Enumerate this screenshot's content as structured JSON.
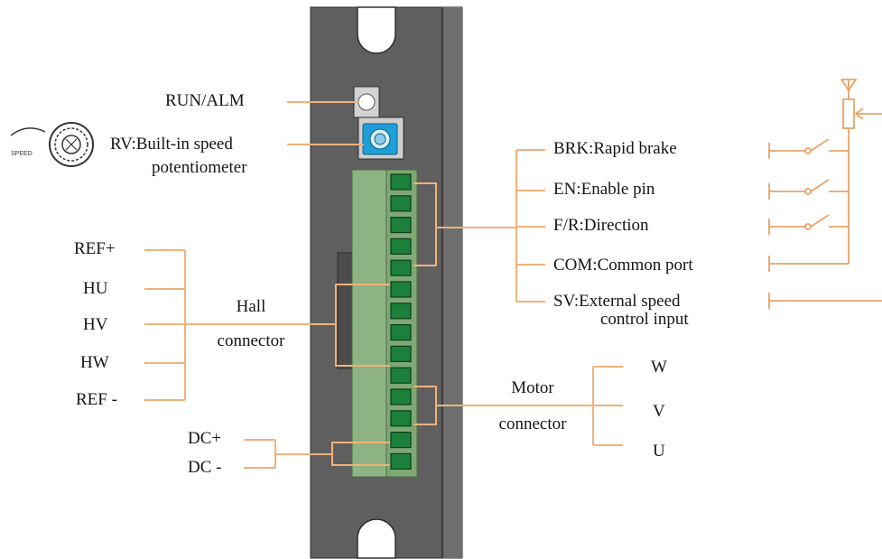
{
  "colors": {
    "housing": "#5f5f5f",
    "housing_edge": "#3c3c3c",
    "terminal_block": "#8fb483",
    "terminal_pin": "#1c7f3a",
    "potentiometer": "#1e9fd8",
    "wire": "#f0b27a",
    "ground_line": "#e8a36a"
  },
  "speed_icon": {
    "label": "SPEED"
  },
  "labels": {
    "run_alm": "RUN/ALM",
    "rv_line1": "RV:Built-in speed",
    "rv_line2": "potentiometer",
    "hall_line1": "Hall",
    "hall_line2": "connector",
    "motor_line1": "Motor",
    "motor_line2": "connector",
    "ref_plus": "REF+",
    "hu": "HU",
    "hv": "HV",
    "hw": "HW",
    "ref_minus": "REF -",
    "dc_plus": "DC+",
    "dc_minus": "DC -",
    "brk": "BRK:Rapid brake",
    "en": "EN:Enable pin",
    "fr": "F/R:Direction",
    "com": "COM:Common port",
    "sv_line1": "SV:External speed",
    "sv_line2": "control input",
    "w": "W",
    "v": "V",
    "u": "U"
  }
}
